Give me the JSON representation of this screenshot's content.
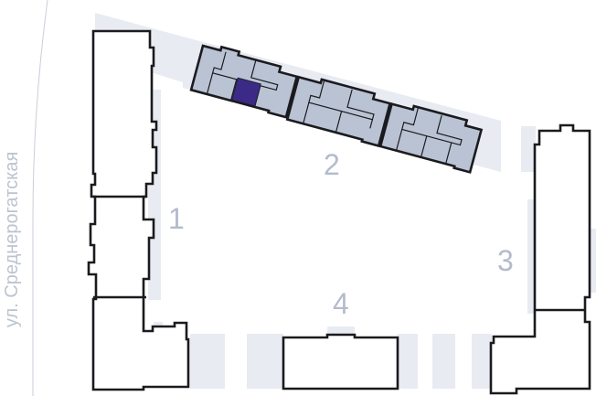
{
  "street_label": "ул. Среднерогатская",
  "buildings": [
    {
      "number": "1"
    },
    {
      "number": "2"
    },
    {
      "number": "3"
    },
    {
      "number": "4"
    }
  ],
  "colors": {
    "selected_unit": "#3b2a86",
    "building_2_fill": "#b9c3d4",
    "background_band": "#e8ebf1",
    "label": "#b3bbcc"
  }
}
